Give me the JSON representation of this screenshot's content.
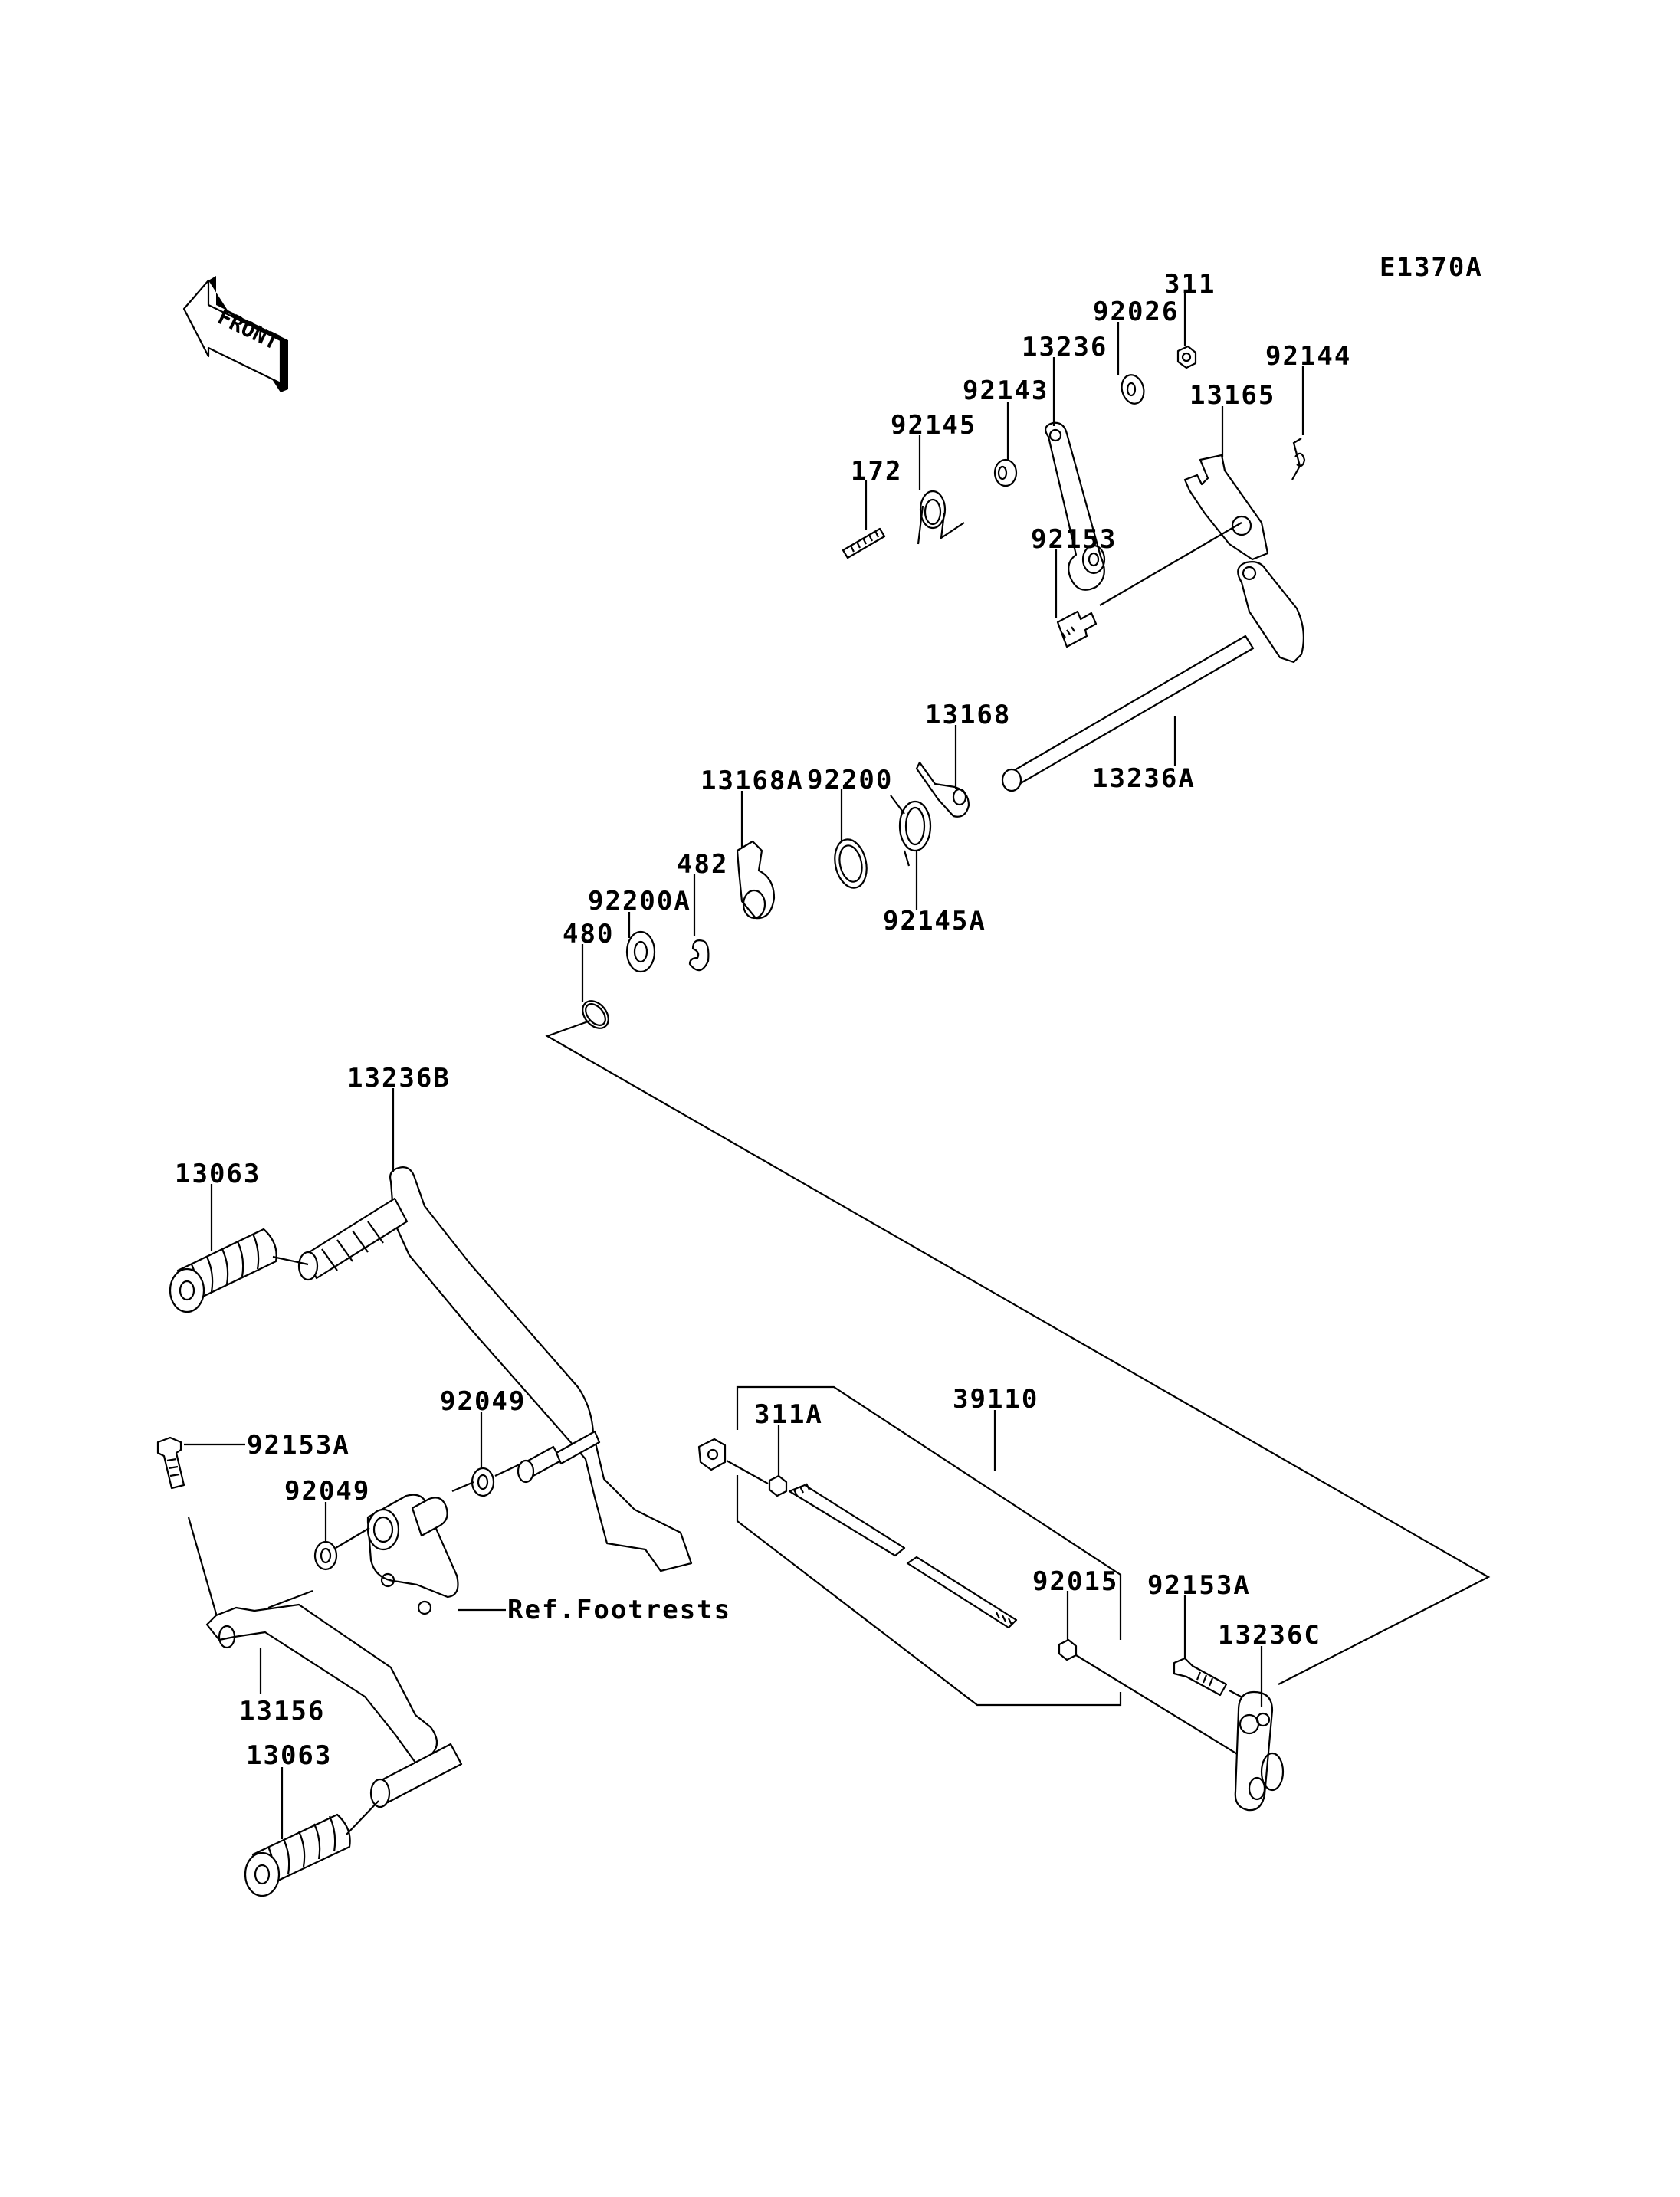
{
  "diagram": {
    "title": "Gear Change Mechanism",
    "drawing_code": "E1370A",
    "direction_marker": "FRONT",
    "reference_note": "Ref.Footrests",
    "callouts": [
      {
        "id": "311",
        "label": "311"
      },
      {
        "id": "92026",
        "label": "92026"
      },
      {
        "id": "13236",
        "label": "13236"
      },
      {
        "id": "92144",
        "label": "92144"
      },
      {
        "id": "92143",
        "label": "92143"
      },
      {
        "id": "13165",
        "label": "13165"
      },
      {
        "id": "92145",
        "label": "92145"
      },
      {
        "id": "172",
        "label": "172"
      },
      {
        "id": "92153",
        "label": "92153"
      },
      {
        "id": "13168",
        "label": "13168"
      },
      {
        "id": "13236A",
        "label": "13236A"
      },
      {
        "id": "13168A",
        "label": "13168A"
      },
      {
        "id": "92200",
        "label": "92200"
      },
      {
        "id": "482",
        "label": "482"
      },
      {
        "id": "92200A",
        "label": "92200A"
      },
      {
        "id": "92145A",
        "label": "92145A"
      },
      {
        "id": "480",
        "label": "480"
      },
      {
        "id": "13236B",
        "label": "13236B"
      },
      {
        "id": "13063-upper",
        "label": "13063"
      },
      {
        "id": "39110",
        "label": "39110"
      },
      {
        "id": "92049-upper",
        "label": "92049"
      },
      {
        "id": "311A",
        "label": "311A"
      },
      {
        "id": "92153A-left",
        "label": "92153A"
      },
      {
        "id": "92049-lower",
        "label": "92049"
      },
      {
        "id": "92015",
        "label": "92015"
      },
      {
        "id": "92153A-right",
        "label": "92153A"
      },
      {
        "id": "13236C",
        "label": "13236C"
      },
      {
        "id": "13156",
        "label": "13156"
      },
      {
        "id": "13063-lower",
        "label": "13063"
      }
    ]
  }
}
